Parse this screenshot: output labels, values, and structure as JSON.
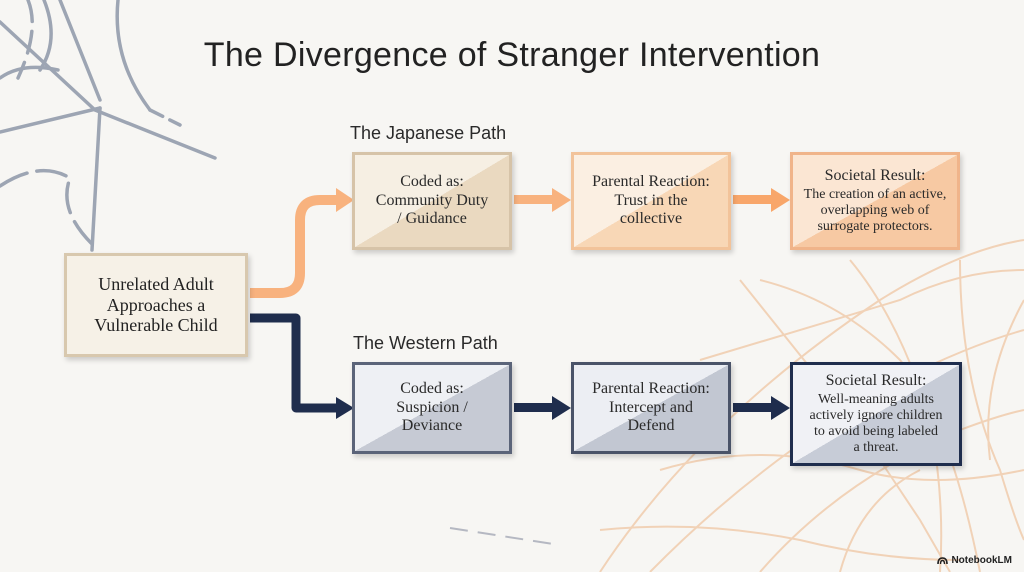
{
  "title": "The Divergence of Stranger Intervention",
  "start_node": {
    "lines": [
      "Unrelated Adult",
      "Approaches a",
      "Vulnerable Child"
    ]
  },
  "japanese_path": {
    "label": "The Japanese Path",
    "color": "#f8b27e",
    "coded": {
      "lines": [
        "Coded as:",
        "Community Duty",
        "/ Guidance"
      ]
    },
    "reaction": {
      "lines": [
        "Parental Reaction:",
        "Trust in the",
        "collective"
      ]
    },
    "result": {
      "heading": "Societal Result:",
      "lines": [
        "The creation of an active,",
        "overlapping web of",
        "surrogate protectors."
      ]
    }
  },
  "western_path": {
    "label": "The Western Path",
    "color": "#1f2d4d",
    "coded": {
      "lines": [
        "Coded as:",
        "Suspicion /",
        "Deviance"
      ]
    },
    "reaction": {
      "lines": [
        "Parental Reaction:",
        "Intercept and",
        "Defend"
      ]
    },
    "result": {
      "heading": "Societal Result:",
      "lines": [
        "Well-meaning adults",
        "actively ignore children",
        "to avoid being labeled",
        "a threat."
      ]
    }
  },
  "watermark": {
    "text": "NotebookLM",
    "icon": "notebooklm-logo-icon"
  }
}
